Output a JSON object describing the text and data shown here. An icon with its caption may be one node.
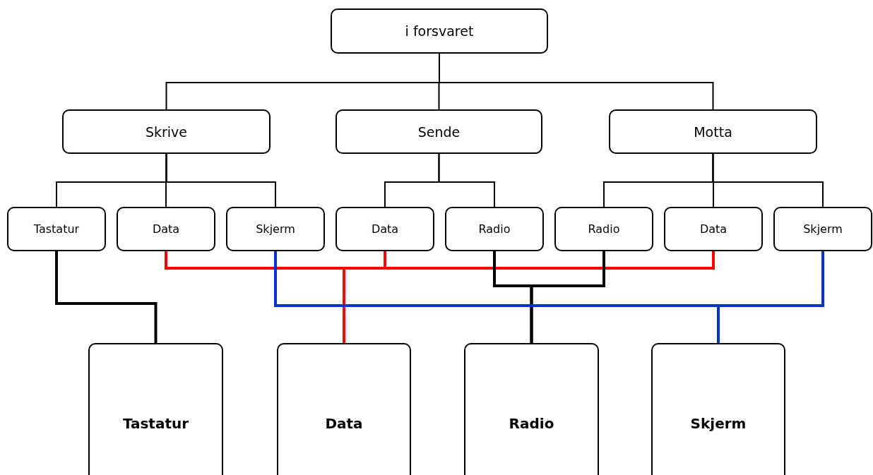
{
  "diagram": {
    "nodes": [
      {
        "text": [
          "i forsvaret"
        ]
      },
      {
        "text": [
          "Skrive"
        ]
      },
      {
        "text": [
          "Sende"
        ]
      },
      {
        "text": [
          "Motta"
        ]
      },
      {
        "text": [
          "Tastatur"
        ]
      },
      {
        "text": [
          "Data"
        ]
      },
      {
        "text": [
          "Skjerm"
        ]
      },
      {
        "text": [
          "Data"
        ]
      },
      {
        "text": [
          "Radio"
        ]
      },
      {
        "text": [
          "Radio"
        ]
      },
      {
        "text": [
          "Data"
        ]
      },
      {
        "text": [
          "Skjerm"
        ]
      },
      {
        "text": [
          "Tastatur"
        ]
      },
      {
        "text": [
          "Data"
        ]
      },
      {
        "text": [
          "Radio"
        ]
      },
      {
        "text": [
          "Skjerm"
        ]
      }
    ],
    "edges": [
      {
        "from": 0,
        "to": 1,
        "arrow": "none"
      },
      {
        "from": 0,
        "to": 2,
        "arrow": "none"
      },
      {
        "from": 0,
        "to": 3,
        "arrow": "none"
      },
      {
        "from": 1,
        "to": 4,
        "arrow": "none"
      },
      {
        "from": 1,
        "to": 5,
        "arrow": "none"
      },
      {
        "from": 1,
        "to": 6,
        "arrow": "none"
      },
      {
        "from": 2,
        "to": 7,
        "arrow": "none"
      },
      {
        "from": 2,
        "to": 8,
        "arrow": "none"
      },
      {
        "from": 3,
        "to": 9,
        "arrow": "none"
      },
      {
        "from": 3,
        "to": 10,
        "arrow": "none"
      },
      {
        "from": 3,
        "to": 11,
        "arrow": "none"
      },
      {
        "from": 4,
        "to": 12,
        "arrow": "none",
        "style": "thick"
      },
      {
        "from": 5,
        "to": 13,
        "arrow": "none",
        "style": "thick",
        "color": "#ff0000"
      },
      {
        "from": 7,
        "to": 13,
        "arrow": "none",
        "style": "thick",
        "color": "#ff0000"
      },
      {
        "from": 10,
        "to": 13,
        "arrow": "none",
        "style": "thick",
        "color": "#ff0000"
      },
      {
        "from": 8,
        "to": 14,
        "arrow": "none",
        "style": "thick"
      },
      {
        "from": 9,
        "to": 14,
        "arrow": "none",
        "style": "thick"
      },
      {
        "from": 6,
        "to": 15,
        "arrow": "none",
        "style": "thick",
        "color": "#0033cc"
      },
      {
        "from": 11,
        "to": 15,
        "arrow": "none",
        "style": "thick",
        "color": "#0033cc"
      }
    ]
  }
}
